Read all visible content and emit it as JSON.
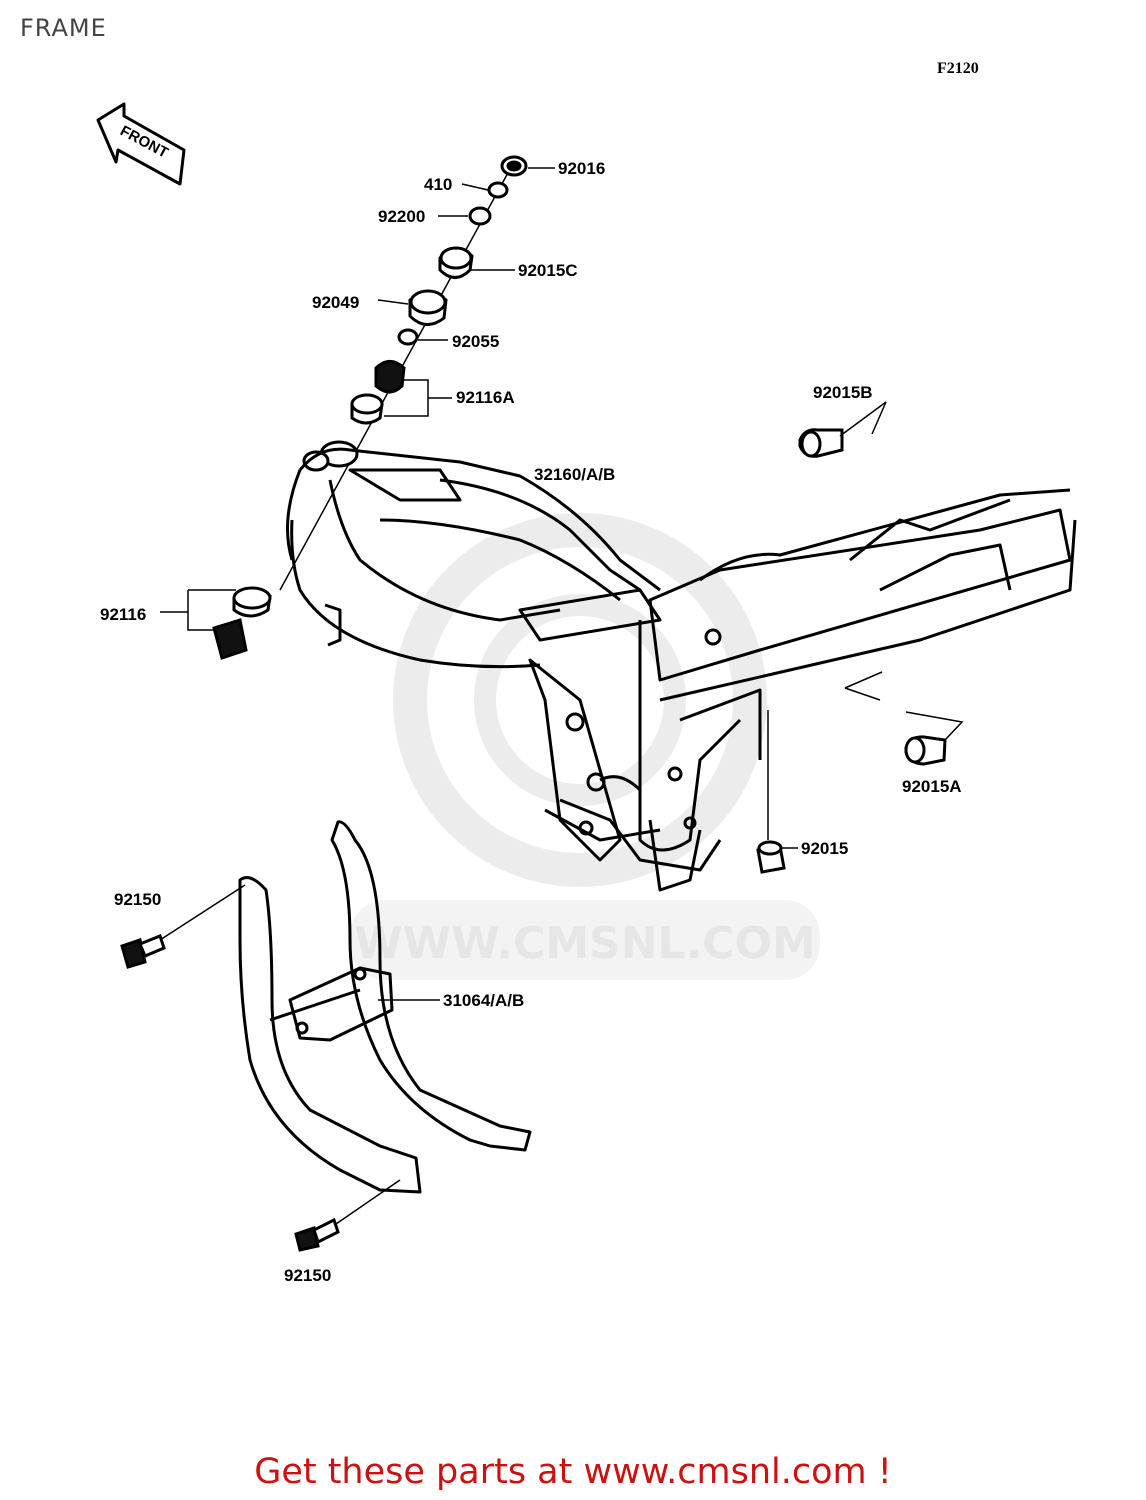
{
  "page": {
    "title": "FRAME",
    "diagram_code": "F2120"
  },
  "front_arrow": {
    "label": "FRONT"
  },
  "watermark": {
    "text": "WWW.CMSNL.COM"
  },
  "callouts": {
    "p92016": "92016",
    "p410": "410",
    "p92200": "92200",
    "p92015C": "92015C",
    "p92049": "92049",
    "p92055": "92055",
    "p92116A": "92116A",
    "p92015B": "92015B",
    "p32160": "32160/A/B",
    "p92116": "92116",
    "p92015A": "92015A",
    "p92015": "92015",
    "p92150_top": "92150",
    "p31064": "31064/A/B",
    "p92150_bottom": "92150"
  },
  "footer": {
    "text": "Get these parts at www.cmsnl.com !",
    "color": "#cc1111"
  },
  "colors": {
    "line": "#000000",
    "watermark": "#e6e6e6"
  }
}
